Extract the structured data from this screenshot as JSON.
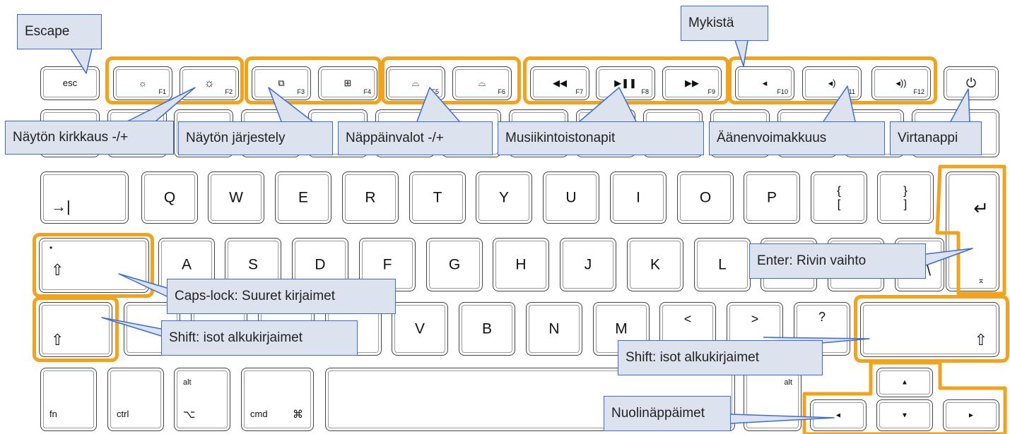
{
  "colors": {
    "highlight": "#f5a21b",
    "callout_fill": "#dce3ef",
    "callout_border": "#3b6bd6",
    "key_border": "#444444"
  },
  "keys": {
    "esc": "esc",
    "f1": "F1",
    "f2": "F2",
    "f3": "F3",
    "f4": "F4",
    "f5": "F5",
    "f6": "F6",
    "f7": "F7",
    "f8": "F8",
    "f9": "F9",
    "f10": "F10",
    "f11": "F11",
    "f12": "F12",
    "row_q": [
      "Q",
      "W",
      "E",
      "R",
      "T",
      "Y",
      "U",
      "I",
      "O",
      "P"
    ],
    "bracket_open": "{\n[",
    "bracket_close": "}\n]",
    "row_a": [
      "A",
      "S",
      "D",
      "F",
      "G",
      "H",
      "J",
      "K",
      "L"
    ],
    "row_z": [
      "V",
      "B",
      "N",
      "M"
    ],
    "lt": "<",
    "gt": ">",
    "question": "?",
    "fn": "fn",
    "ctrl": "ctrl",
    "alt": "alt",
    "cmd": "cmd",
    "cmd_symbol": "⌘",
    "alt_symbol": "⌥",
    "backslash": "\\",
    "tab_arrow": "→|",
    "enter_arrow": "↵",
    "shift_arrow": "⇧",
    "power": "⏻",
    "arrow_up": "▲",
    "arrow_down": "▼",
    "arrow_left": "◄",
    "arrow_right": "►"
  },
  "icons": {
    "f1": "brightness-down-icon",
    "f2": "brightness-up-icon",
    "f3": "display-arrangement-icon",
    "f4": "dashboard-icon",
    "f5": "keyboard-light-down-icon",
    "f6": "keyboard-light-up-icon",
    "f7": "rewind-icon",
    "f8": "play-pause-icon",
    "f9": "fast-forward-icon",
    "f10": "mute-icon",
    "f11": "volume-down-icon",
    "f12": "volume-up-icon",
    "power": "power-icon"
  },
  "callouts": {
    "escape": "Escape",
    "mute": "Mykistä",
    "brightness": "Näytön kirkkaus -/+",
    "arrangement": "Näytön järjestely",
    "keylights": "Näppäinvalot -/+",
    "music": "Musiikintoistonapit",
    "volume": "Äänenvoimakkuus",
    "power": "Virtanappi",
    "enter": "Enter: Rivin vaihto",
    "capslock": "Caps-lock: Suuret kirjaimet",
    "shift_left": "Shift: isot alkukirjaimet",
    "shift_right": "Shift: isot alkukirjaimet",
    "arrows": "Nuolinäppäimet"
  }
}
